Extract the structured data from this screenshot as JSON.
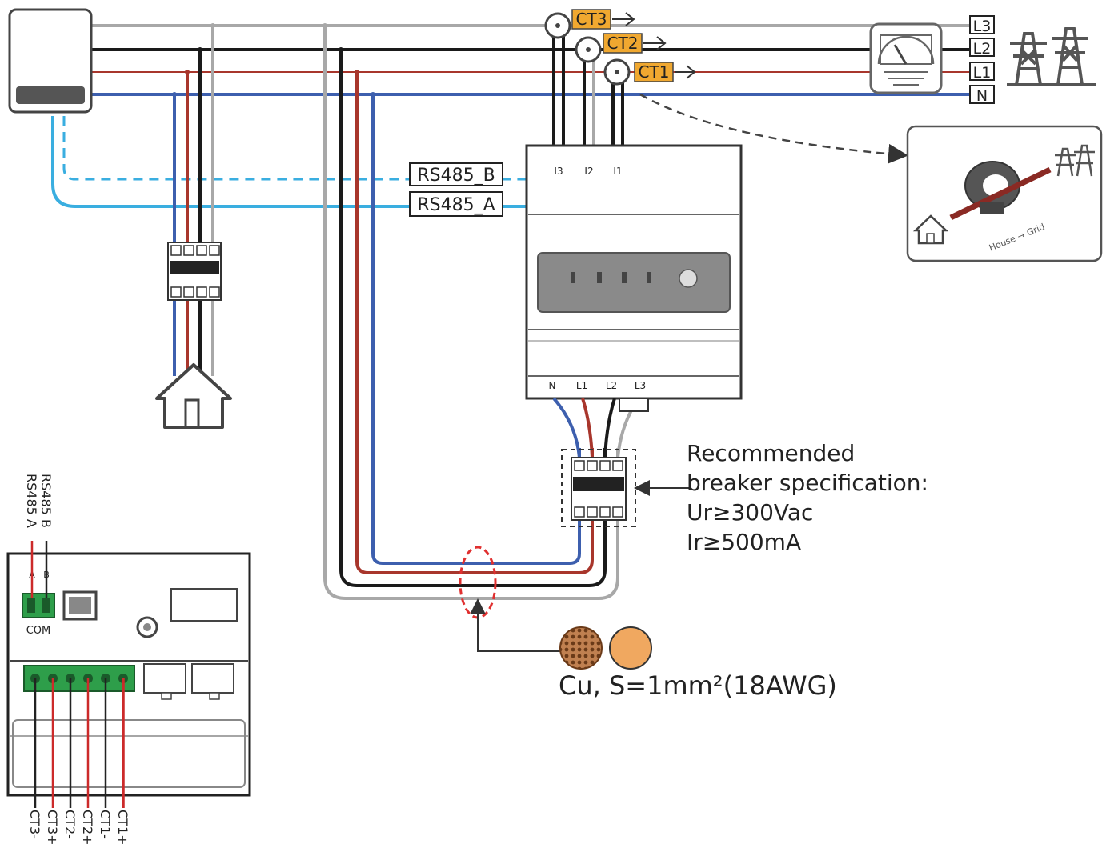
{
  "labels": {
    "ct3": "CT3",
    "ct2": "CT2",
    "ct1": "CT1",
    "grid_l3": "L3",
    "grid_l2": "L2",
    "grid_l1": "L1",
    "grid_n": "N",
    "rs485_b": "RS485_B",
    "rs485_a": "RS485_A",
    "meter_i3": "I3",
    "meter_i2": "I2",
    "meter_i1": "I1",
    "meter_n": "N",
    "meter_l1": "L1",
    "meter_l2": "L2",
    "meter_l3": "L3",
    "port_a": "A",
    "port_b": "B",
    "com": "COM",
    "inv_rs485_a": "RS485 A",
    "inv_rs485_b": "RS485 B",
    "ct_pins": [
      "CT3-",
      "CT3+",
      "CT2-",
      "CT2+",
      "CT1-",
      "CT1+"
    ],
    "ct_direction": "House → Grid"
  },
  "breaker_note": {
    "line1": "Recommended",
    "line2": "breaker specification:",
    "line3": "Ur≥300Vac",
    "line4": "Ir≥500mA"
  },
  "cable_note": "Cu, S=1mm²(18AWG)",
  "colors": {
    "l1": "#a8362c",
    "l2": "#1a1a1a",
    "l3": "#a8a8a8",
    "neutral": "#3d5fae",
    "rs485": "#3aaee0",
    "ct_tag": "#f0a830",
    "terminal": "#2e9e4a",
    "copper": "#f0a860"
  }
}
